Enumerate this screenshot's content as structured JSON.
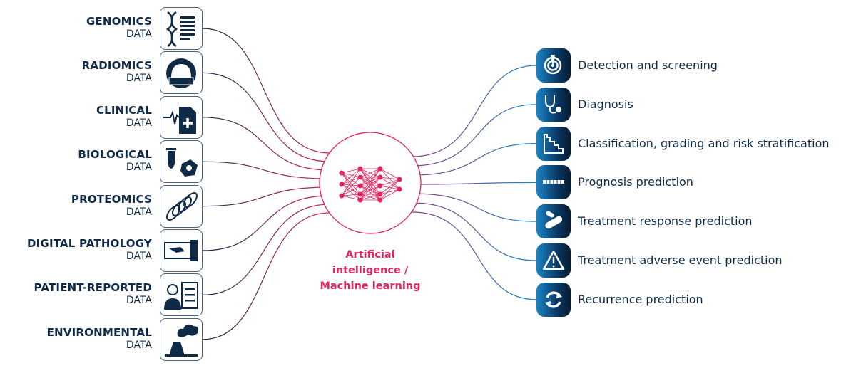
{
  "inputs": [
    {
      "title": "GENOMICS",
      "sub": "DATA",
      "icon": "dna-sequence-icon"
    },
    {
      "title": "RADIOMICS",
      "sub": "DATA",
      "icon": "ct-scanner-icon"
    },
    {
      "title": "CLINICAL",
      "sub": "DATA",
      "icon": "medical-record-icon"
    },
    {
      "title": "BIOLOGICAL",
      "sub": "DATA",
      "icon": "test-tube-cell-icon"
    },
    {
      "title": "PROTEOMICS",
      "sub": "DATA",
      "icon": "protein-icon"
    },
    {
      "title": "DIGITAL PATHOLOGY",
      "sub": "DATA",
      "icon": "slide-scanner-icon"
    },
    {
      "title": "PATIENT-REPORTED",
      "sub": "DATA",
      "icon": "patient-checklist-icon"
    },
    {
      "title": "ENVIRONMENTAL",
      "sub": "DATA",
      "icon": "factory-smoke-icon"
    }
  ],
  "center": {
    "label": "Artificial intelligence / Machine learning",
    "lines": [
      "Artificial",
      "intelligence /",
      "Machine learning"
    ],
    "icon": "neural-network-icon"
  },
  "outputs": [
    {
      "label": "Detection and screening",
      "icon": "radar-icon"
    },
    {
      "label": "Diagnosis",
      "icon": "stethoscope-icon"
    },
    {
      "label": "Classification, grading and risk stratification",
      "icon": "staircase-icon"
    },
    {
      "label": "Prognosis prediction",
      "icon": "timeline-icon"
    },
    {
      "label": "Treatment response prediction",
      "icon": "pill-icon"
    },
    {
      "label": "Treatment adverse event prediction",
      "icon": "warning-icon"
    },
    {
      "label": "Recurrence prediction",
      "icon": "recurrence-icon"
    }
  ],
  "colors": {
    "navy": "#0f2a47",
    "accent": "#e0245e",
    "blue": "#1b84c6"
  }
}
